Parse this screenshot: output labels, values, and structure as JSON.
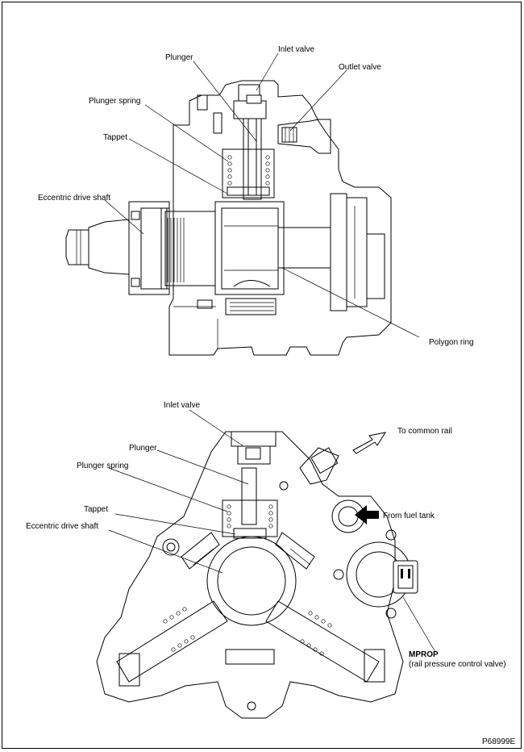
{
  "top_view": {
    "labels": {
      "inlet_valve": "Inlet valve",
      "plunger": "Plunger",
      "outlet_valve": "Outlet valve",
      "plunger_spring": "Plunger spring",
      "tappet": "Tappet",
      "eccentric_drive_shaft": "Eccentric drive shaft",
      "polygon_ring": "Polygon ring"
    }
  },
  "bottom_view": {
    "labels": {
      "inlet_valve": "Inlet valve",
      "to_common_rail": "To common rail",
      "plunger": "Plunger",
      "plunger_spring": "Plunger spring",
      "tappet": "Tappet",
      "eccentric_drive_shaft": "Eccentric drive shaft",
      "from_fuel_tank": "From fuel tank",
      "mprop": "MPROP",
      "mprop_desc": "(rail pressure control valve)"
    }
  },
  "figure_code": "P68999E"
}
